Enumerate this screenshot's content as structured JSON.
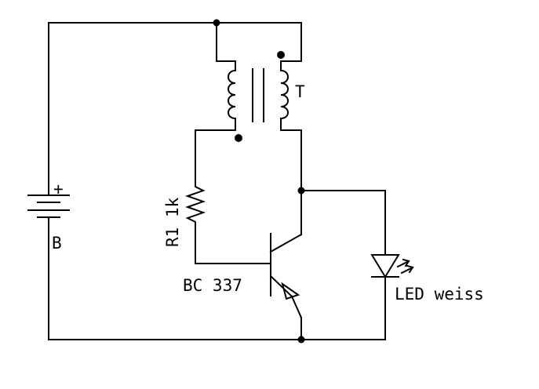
{
  "labels": {
    "battery_plus": "+",
    "battery": "B",
    "transformer": "T",
    "resistor": "R1 1k",
    "transistor": "BC 337",
    "led": "LED weiss"
  },
  "colors": {
    "line": "#000000",
    "background": "#ffffff"
  }
}
